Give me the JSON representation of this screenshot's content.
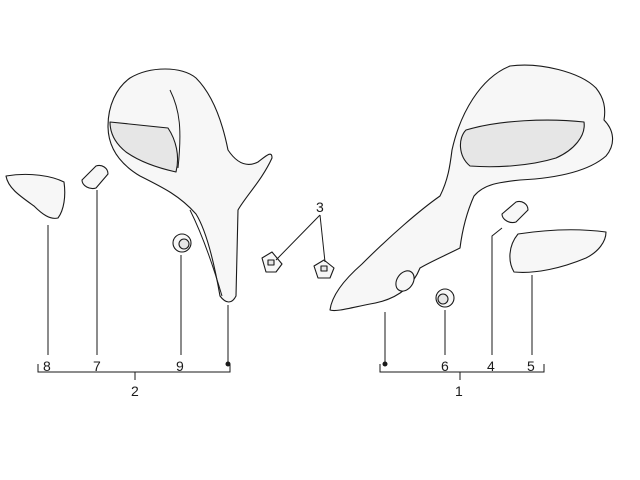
{
  "callouts": {
    "c1": "1",
    "c2": "2",
    "c3": "3",
    "c4": "4",
    "c5": "5",
    "c6": "6",
    "c7": "7",
    "c8": "8",
    "c9": "9"
  },
  "colors": {
    "line": "#1a1a1a",
    "fill": "#f7f7f7",
    "fill_dark": "#e6e6e6",
    "background": "#ffffff"
  }
}
